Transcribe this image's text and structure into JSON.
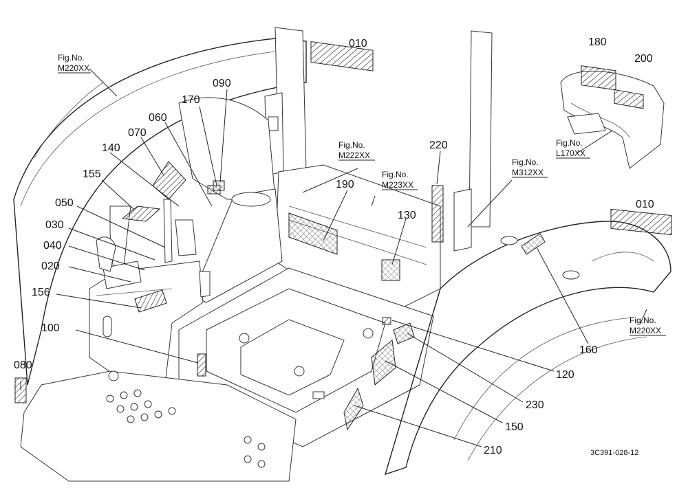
{
  "part_labels": {
    "p010a": "010",
    "p010b": "010",
    "p180": "180",
    "p200": "200",
    "p170": "170",
    "p090": "090",
    "p060": "060",
    "p070": "070",
    "p140": "140",
    "p155": "155",
    "p050": "050",
    "p030": "030",
    "p040": "040",
    "p020": "020",
    "p156": "156",
    "p100": "100",
    "p080": "080",
    "p190": "190",
    "p130": "130",
    "p220": "220",
    "p160": "160",
    "p120": "120",
    "p230": "230",
    "p150": "150",
    "p210": "210"
  },
  "fig_refs": {
    "f1_a": "Fig.No.",
    "f1_b": "M220XX",
    "f2_a": "Fig.No.",
    "f2_b": "M222XX",
    "f3_a": "Fig.No.",
    "f3_b": "M223XX",
    "f4_a": "Fig.No.",
    "f4_b": "M312XX",
    "f5_a": "Fig.No.",
    "f5_b": "L170XX",
    "f6_a": "Fig.No.",
    "f6_b": "M220XX"
  },
  "drawing_code": "3C391-028-12"
}
